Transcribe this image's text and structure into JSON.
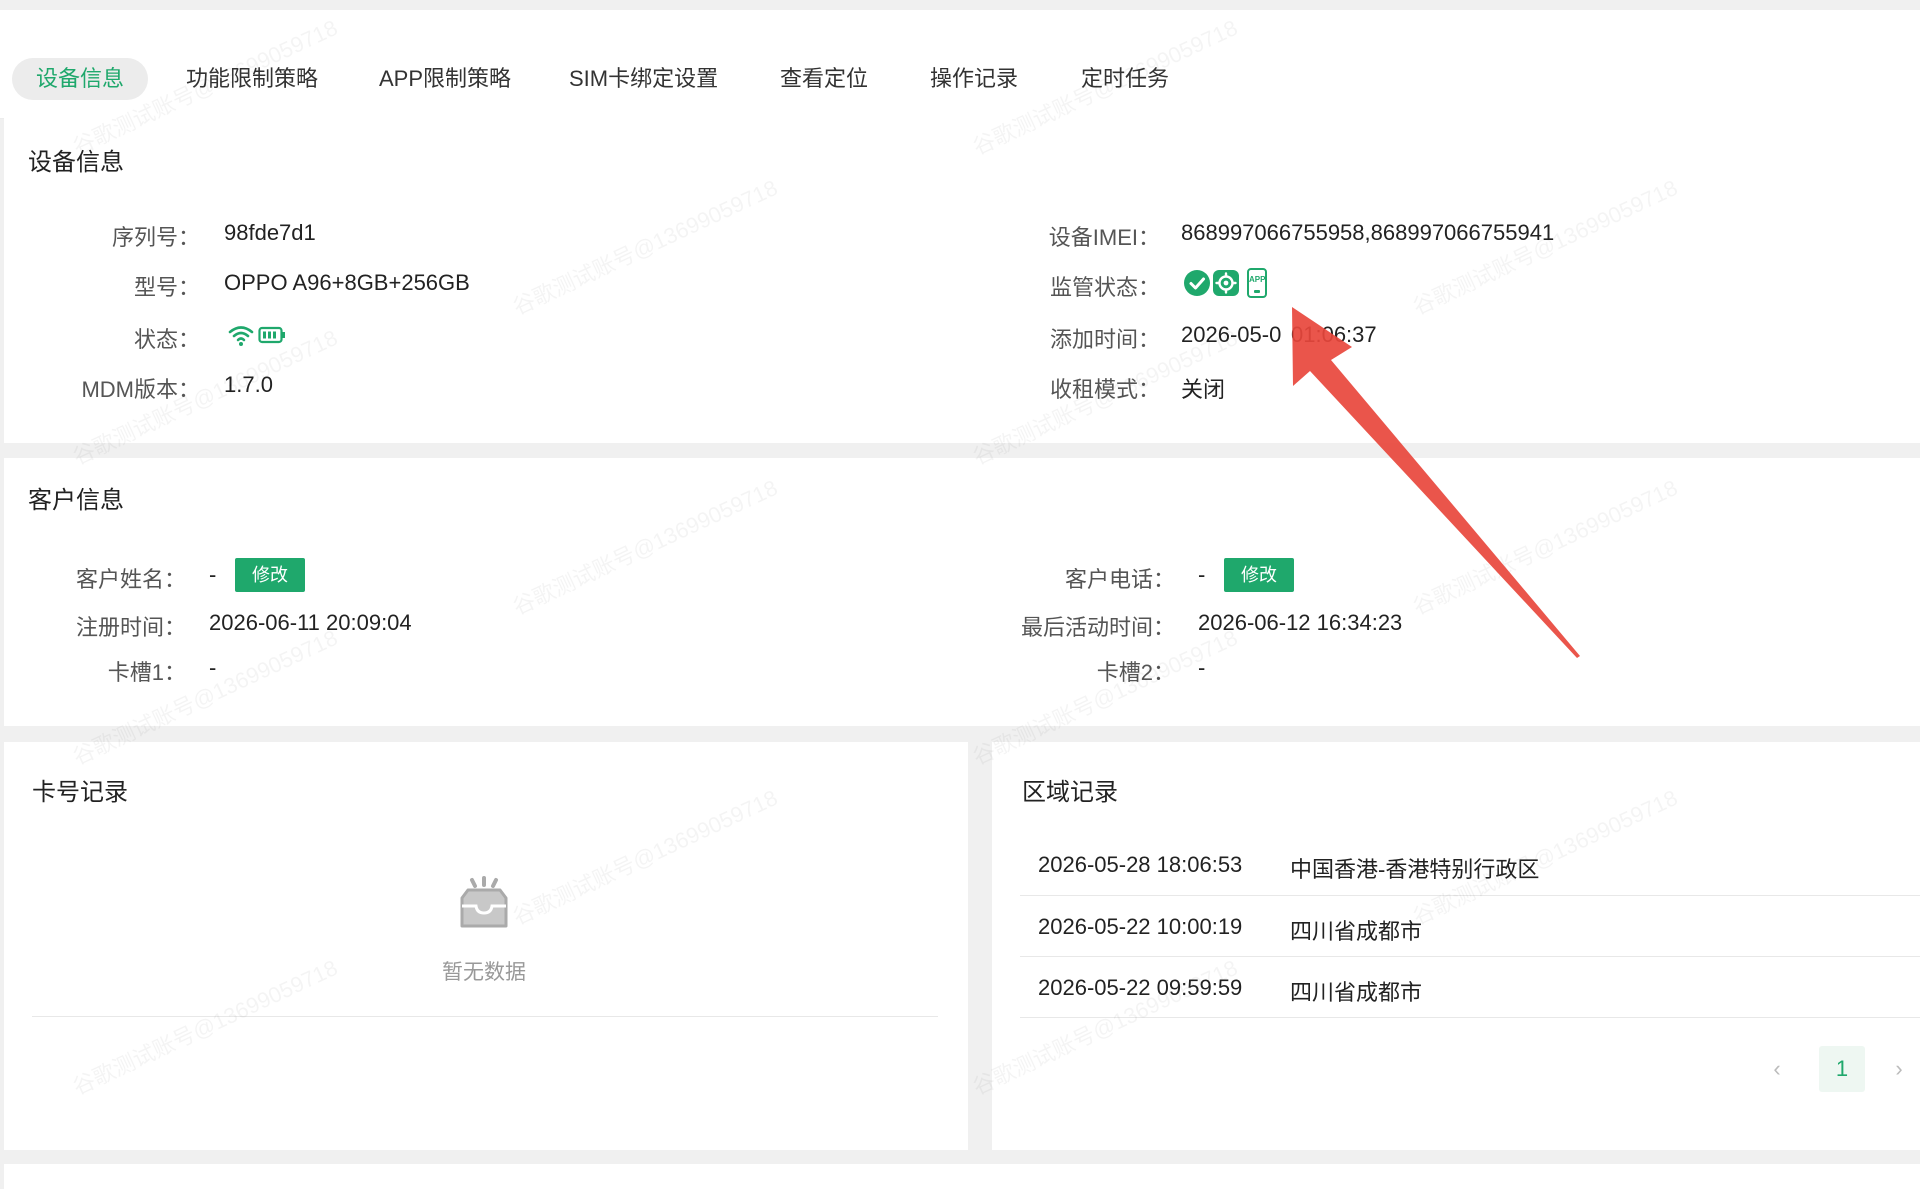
{
  "tabs": [
    {
      "label": "设备信息"
    },
    {
      "label": "功能限制策略"
    },
    {
      "label": "APP限制策略"
    },
    {
      "label": "SIM卡绑定设置"
    },
    {
      "label": "查看定位"
    },
    {
      "label": "操作记录"
    },
    {
      "label": "定时任务"
    }
  ],
  "device": {
    "title": "设备信息",
    "serial_label": "序列号：",
    "serial": "98fde7d1",
    "model_label": "型号：",
    "model": "OPPO A96+8GB+256GB",
    "status_label": "状态：",
    "mdm_label": "MDM版本：",
    "mdm": "1.7.0",
    "imei_label": "设备IMEI：",
    "imei": "868997066755958,868997066755941",
    "monitor_label": "监管状态：",
    "added_label": "添加时间：",
    "added": "2026-05-0",
    "added_tail": "01:06:37",
    "rent_label": "收租模式：",
    "rent": "关闭",
    "app_badge": "APP"
  },
  "customer": {
    "title": "客户信息",
    "name_label": "客户姓名：",
    "name": "-",
    "phone_label": "客户电话：",
    "phone": "-",
    "reg_label": "注册时间：",
    "reg": "2026-06-11 20:09:04",
    "last_label": "最后活动时间：",
    "last": "2026-06-12 16:34:23",
    "slot1_label": "卡槽1：",
    "slot1": "-",
    "slot2_label": "卡槽2：",
    "slot2": "-",
    "edit_label": "修改"
  },
  "card_records": {
    "title": "卡号记录",
    "empty": "暂无数据"
  },
  "region_records": {
    "title": "区域记录",
    "rows": [
      {
        "time": "2026-05-28 18:06:53",
        "region": "中国香港-香港特别行政区"
      },
      {
        "time": "2026-05-22 10:00:19",
        "region": "四川省成都市"
      },
      {
        "time": "2026-05-22 09:59:59",
        "region": "四川省成都市"
      }
    ],
    "page": "1"
  },
  "colors": {
    "accent": "#1fa86c",
    "arrow": "#e8463c"
  },
  "watermark": "谷歌测试账号@13699059718"
}
